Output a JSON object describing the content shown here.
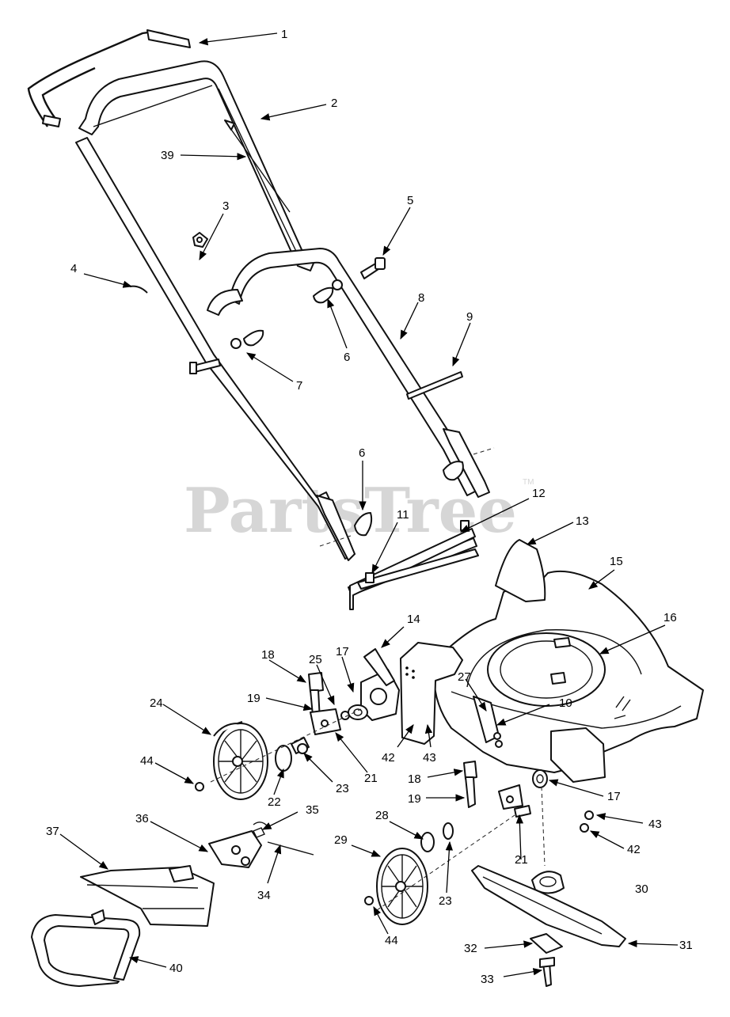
{
  "watermark": {
    "text": "PartsTree",
    "trademark": "TM"
  },
  "callouts": [
    "1",
    "2",
    "39",
    "3",
    "5",
    "4",
    "8",
    "9",
    "6",
    "7",
    "6",
    "12",
    "11",
    "13",
    "15",
    "14",
    "16",
    "18",
    "25",
    "17",
    "27",
    "19",
    "10",
    "24",
    "42",
    "43",
    "44",
    "22",
    "23",
    "21",
    "18",
    "19",
    "17",
    "43",
    "42",
    "37",
    "36",
    "35",
    "28",
    "21",
    "29",
    "30",
    "34",
    "23",
    "44",
    "31",
    "32",
    "33",
    "40"
  ]
}
